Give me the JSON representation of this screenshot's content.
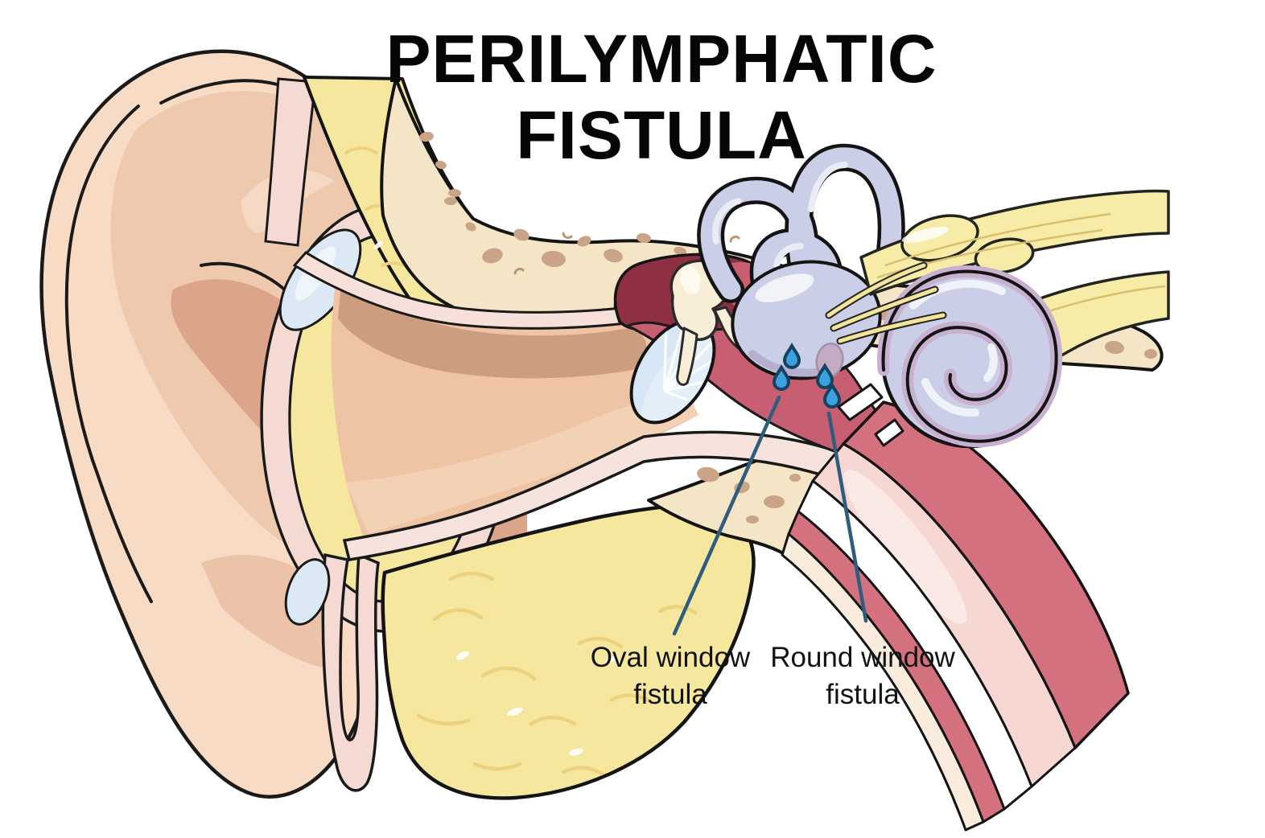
{
  "figure_title": {
    "lines": [
      "PERILYMPHATIC",
      "FISTULA"
    ]
  },
  "annotations": {
    "oval_window_label": "Oval window fistula",
    "round_window_label": "Round window fistula"
  },
  "icons": {
    "fluid_droplet": {
      "name": "perilymph-droplet",
      "count": 4
    }
  },
  "colors": {
    "droplet_fill": "#3aa1de",
    "droplet_outline": "#16415f",
    "leader_line": "#2e5d7d",
    "title_text": "#060606",
    "label_text": "#121212",
    "skin": "#f8dbc4",
    "skin_shade": "#dca489",
    "bone_yellow": "#f6e79e",
    "bone_cream": "#f4e5c6",
    "canal_lining_pink": "#f5dad4",
    "middle_ear_dark": "#8e2f44",
    "middle_ear_rose": "#c75e72",
    "eustachian_red": "#d4717f",
    "labyrinth_lavender": "#cacee6",
    "cochlea_band_mauve": "#c8b0d0",
    "nerve_yellow": "#f7eba8",
    "eardrum_blue": "#e3eef9",
    "cartilage_blue": "#dce9f5",
    "outline_black": "#1a1a1a"
  }
}
